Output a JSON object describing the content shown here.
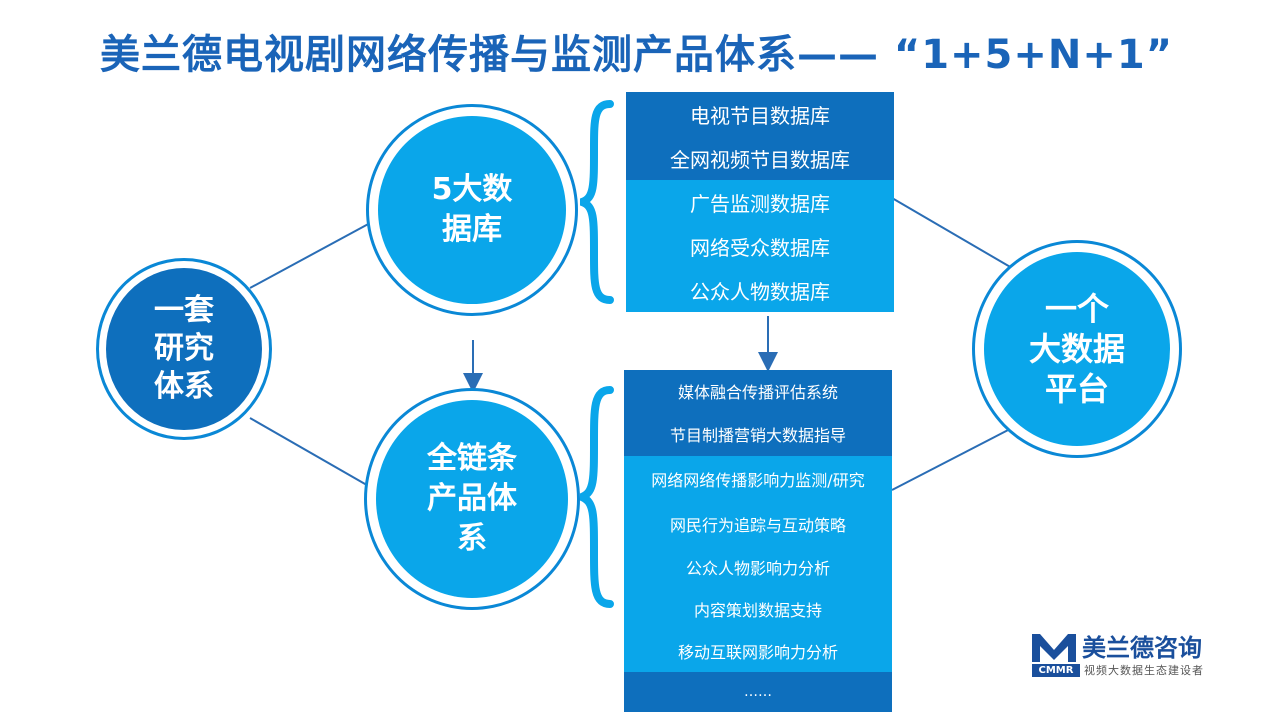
{
  "title": "美兰德电视剧网络传播与监测产品体系—— “1+5+N+1”",
  "circles": {
    "left": "一套\n研究\n体系",
    "top": "5大数\n据库",
    "bottom": "全链条\n产品体\n系",
    "right": "一个\n大数据\n平台"
  },
  "databases": [
    "电视节目数据库",
    "全网视频节目数据库",
    "广告监测数据库",
    "网络受众数据库",
    "公众人物数据库"
  ],
  "products": [
    "媒体融合传播评估系统",
    "节目制播营销大数据指导",
    "网络网络传播影响力监测/研究",
    "网民行为追踪与互动策略",
    "公众人物影响力分析",
    "内容策划数据支持",
    "移动互联网影响力分析",
    "……"
  ],
  "logo": {
    "brand": "美兰德咨询",
    "abbr": "CMMR",
    "tagline": "视频大数据生态建设者"
  },
  "colors": {
    "dark": "#0e6fbd",
    "light": "#0aa6ea",
    "title": "#1a64b8",
    "line": "#2a6db5"
  }
}
